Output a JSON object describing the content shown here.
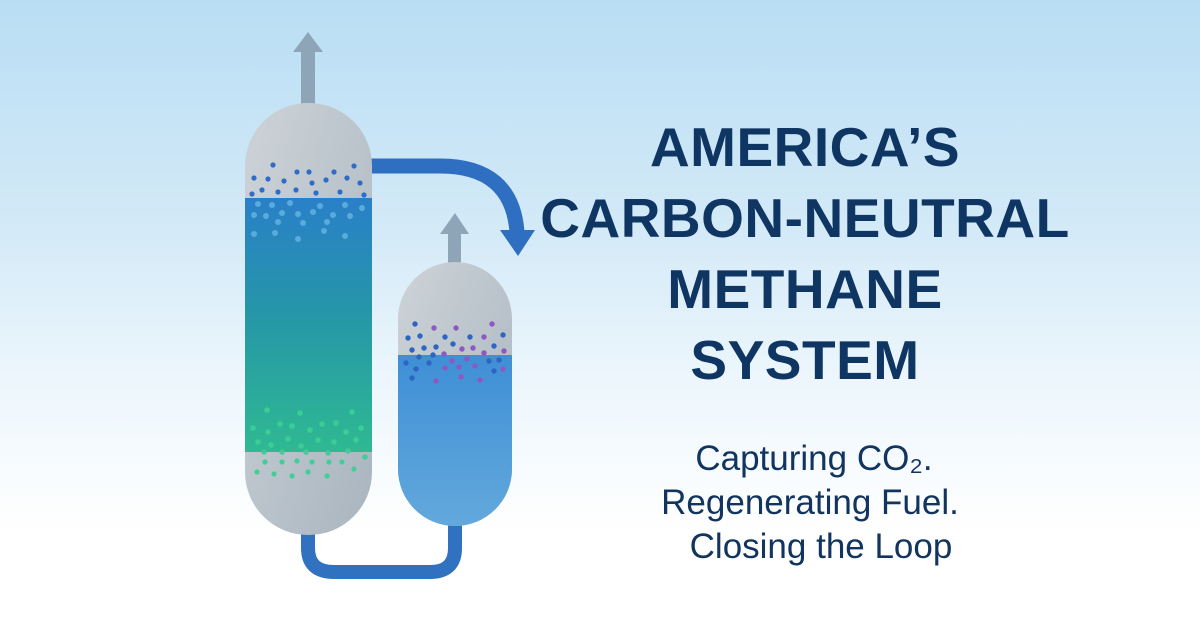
{
  "title": {
    "lines": [
      "AMERICA’S",
      "CARBON-NEUTRAL",
      "METHANE",
      "SYSTEM"
    ]
  },
  "subtitle": {
    "lines": [
      "Capturing CO₂.",
      "Regenerating Fuel.",
      "Closing the Loop"
    ]
  },
  "illustration": {
    "left_vessel": {
      "label": "co2-capture-column",
      "liquid_top_color": "#2b86c6",
      "liquid_bottom_color": "#2fb58e"
    },
    "right_vessel": {
      "label": "methane-regeneration-vessel",
      "liquid_color": "#4f9bd8"
    },
    "pipe_color": "#2f6fc0",
    "vent_arrow_color": "#8fa6b9",
    "shell_color": "#c3cbd2"
  },
  "colors": {
    "title": "#0f3563",
    "background_top": "#b9def4",
    "background_bottom": "#ffffff"
  }
}
